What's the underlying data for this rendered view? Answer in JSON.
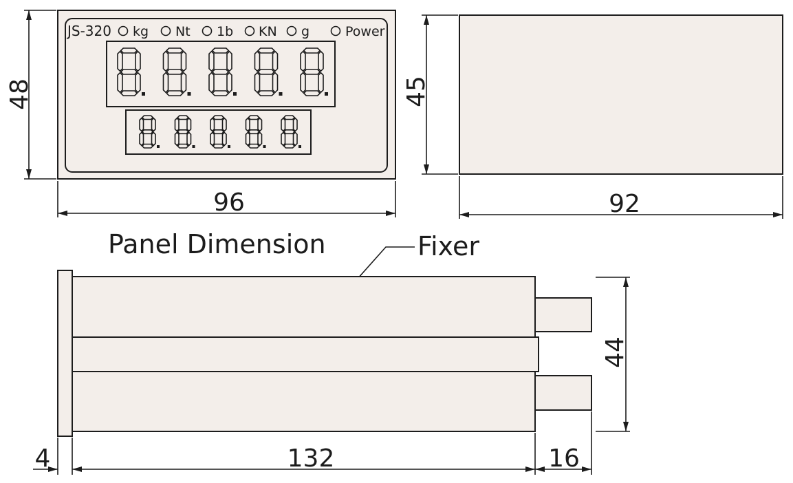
{
  "front_view": {
    "model": "JS-320",
    "indicators": [
      "kg",
      "Nt",
      "1b",
      "KN",
      "g",
      "Power"
    ],
    "main_display": "8.8.8.8.8.",
    "sub_display": "8.8.8.8.8.",
    "height_dimension": "48",
    "width_dimension": "96"
  },
  "side_view": {
    "height_dimension": "45",
    "width_dimension": "92"
  },
  "panel_label": "Panel Dimension",
  "bottom_view": {
    "fixer_label": "Fixer",
    "height_dimension": "44",
    "panel_dimension": "4",
    "body_dimension": "132",
    "terminal_dimension": "16"
  },
  "colors": {
    "fill": "#f3eeea",
    "line": "#1c1c1c"
  }
}
